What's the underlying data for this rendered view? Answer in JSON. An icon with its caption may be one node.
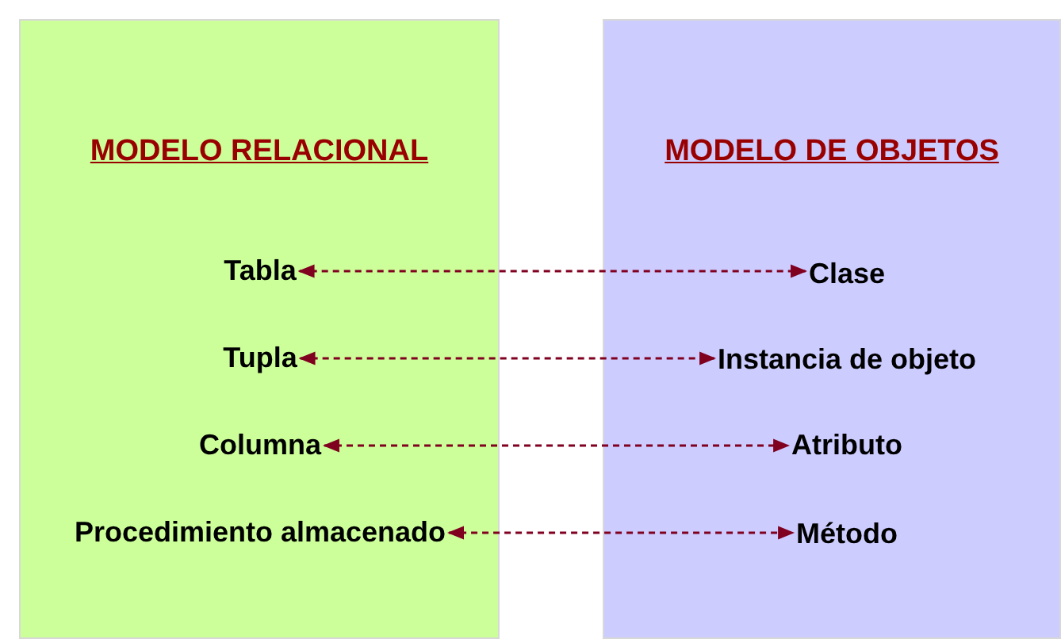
{
  "diagram": {
    "nodes": [
      {
        "text": [
          "MODELO RELACIONAL"
        ]
      },
      {
        "text": [
          "MODELO DE OBJETOS"
        ]
      },
      {
        "text": [
          "Tabla"
        ],
        "in": 0
      },
      {
        "text": [
          "Tupla"
        ],
        "in": 0
      },
      {
        "text": [
          "Columna"
        ],
        "in": 0
      },
      {
        "text": [
          "Procedimiento almacenado"
        ],
        "in": 0
      },
      {
        "text": [
          "Clase"
        ],
        "in": 1
      },
      {
        "text": [
          "Instancia de objeto"
        ],
        "in": 1
      },
      {
        "text": [
          "Atributo"
        ],
        "in": 1
      },
      {
        "text": [
          "Método"
        ],
        "in": 1
      }
    ],
    "edges": [
      {
        "from": 2,
        "to": 6,
        "arrow": "both",
        "style": "dashed"
      },
      {
        "from": 3,
        "to": 7,
        "arrow": "both",
        "style": "dashed"
      },
      {
        "from": 4,
        "to": 8,
        "arrow": "both",
        "style": "dashed"
      },
      {
        "from": 5,
        "to": 9,
        "arrow": "both",
        "style": "dashed"
      }
    ]
  }
}
